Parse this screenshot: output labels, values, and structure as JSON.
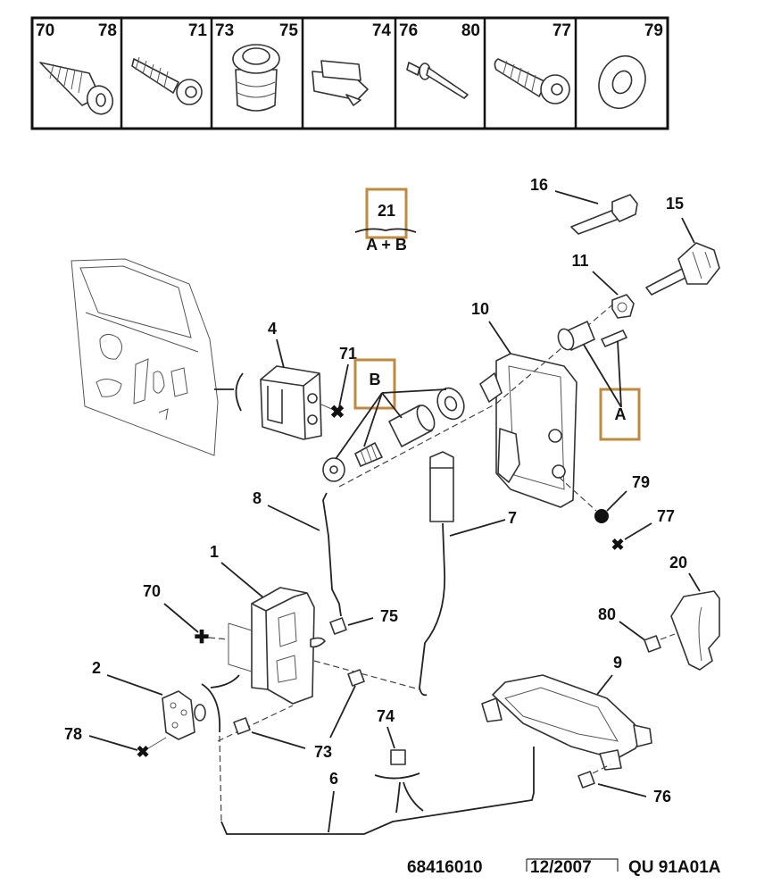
{
  "fastener_table": {
    "cells": [
      {
        "labels": [
          "70",
          "78"
        ],
        "part": "countersunk-screw"
      },
      {
        "labels": [
          "71"
        ],
        "part": "pan-head-screw"
      },
      {
        "labels": [
          "73",
          "75"
        ],
        "part": "plastic-grommet"
      },
      {
        "labels": [
          "74"
        ],
        "part": "plastic-clip"
      },
      {
        "labels": [
          "76",
          "80"
        ],
        "part": "rivet-pin"
      },
      {
        "labels": [
          "77"
        ],
        "part": "torx-screw"
      },
      {
        "labels": [
          "79"
        ],
        "part": "flat-washer"
      }
    ]
  },
  "reference_boxes": {
    "kit": {
      "label": "21",
      "caption": "A + B"
    },
    "b": {
      "label": "B"
    },
    "a": {
      "label": "A"
    },
    "accent_color": "#c08a3e"
  },
  "callouts": {
    "c1": "1",
    "c2": "2",
    "c4": "4",
    "c6": "6",
    "c7": "7",
    "c8": "8",
    "c9": "9",
    "c10": "10",
    "c11": "11",
    "c15": "15",
    "c16": "16",
    "c20": "20",
    "c70": "70",
    "c71": "71",
    "c73a": "73",
    "c74": "74",
    "c75": "75",
    "c76": "76",
    "c77": "77",
    "c78": "78",
    "c79": "79",
    "c80": "80"
  },
  "footer": {
    "part_number": "68416010",
    "date": "12/2007",
    "code": "QU 91A01A"
  }
}
